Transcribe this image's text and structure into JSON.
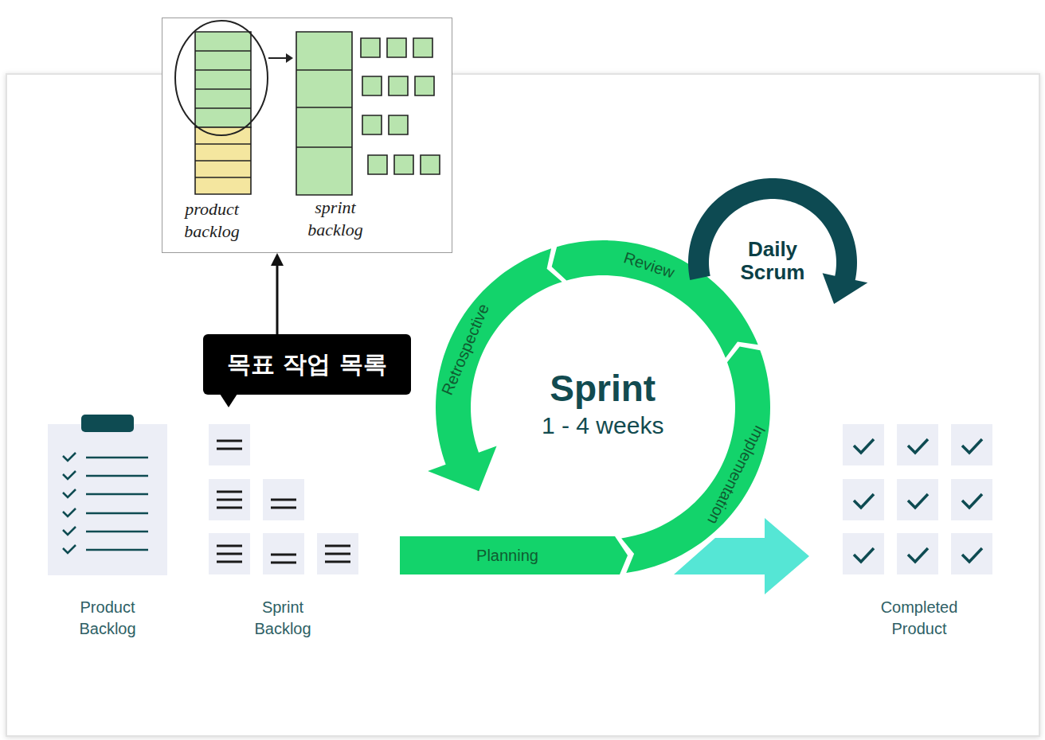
{
  "diagram": {
    "nodes": [
      {
        "text": [
          "product backlog",
          "sprint backlog"
        ]
      },
      {
        "text": [
          "목표 작업 목록"
        ]
      },
      {
        "text": [
          "Product Backlog"
        ]
      },
      {
        "text": [
          "Sprint Backlog"
        ]
      },
      {
        "text": [
          "Planning"
        ]
      },
      {
        "text": [
          "Implementation"
        ]
      },
      {
        "text": [
          "Review"
        ]
      },
      {
        "text": [
          "Retrospective"
        ]
      },
      {
        "text": [
          "Sprint",
          "1 - 4 weeks"
        ]
      },
      {
        "text": [
          "Daily Scrum"
        ]
      },
      {
        "text": [
          "Completed Product"
        ]
      }
    ],
    "edges": [
      {
        "from": 1,
        "to": 0,
        "arrow": "to"
      },
      {
        "from": 5,
        "to": 10,
        "arrow": "to"
      }
    ]
  }
}
